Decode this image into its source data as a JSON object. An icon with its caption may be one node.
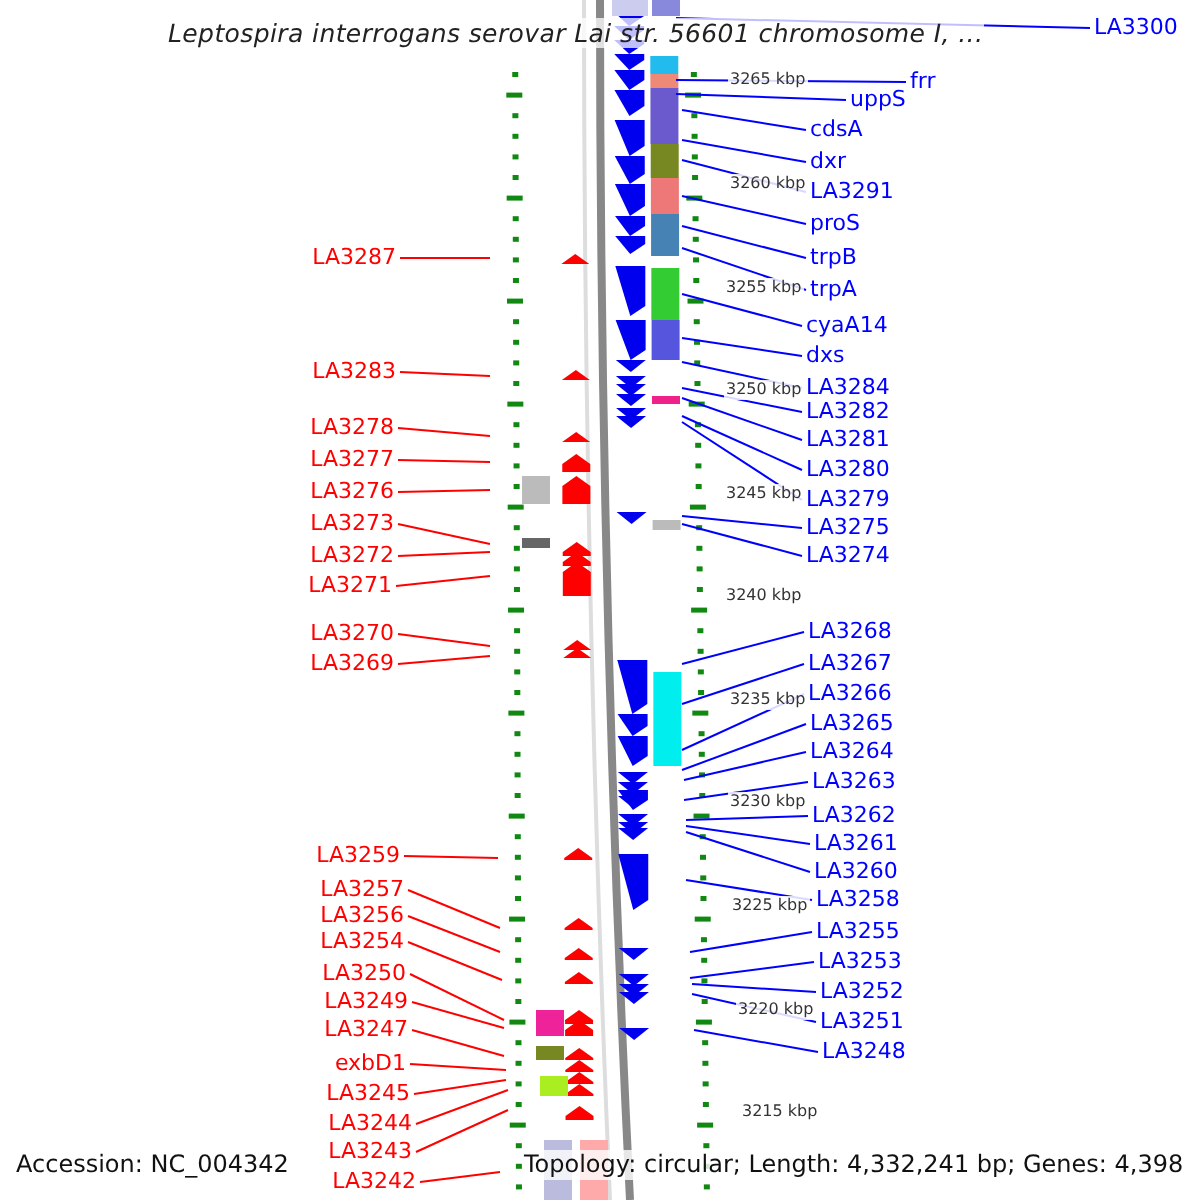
{
  "diagram": {
    "title": "Leptospira interrogans serovar Lai str. 56601 chromosome I, ...",
    "nodes": [
      {
        "text": [
          "LA3287"
        ]
      },
      {
        "text": [
          "LA3283"
        ]
      },
      {
        "text": [
          "LA3278"
        ]
      },
      {
        "text": [
          "LA3277"
        ]
      },
      {
        "text": [
          "LA3276"
        ]
      },
      {
        "text": [
          "LA3273"
        ]
      },
      {
        "text": [
          "LA3272"
        ]
      },
      {
        "text": [
          "LA3271"
        ]
      },
      {
        "text": [
          "LA3270"
        ]
      },
      {
        "text": [
          "LA3269"
        ]
      },
      {
        "text": [
          "LA3259"
        ]
      },
      {
        "text": [
          "LA3257"
        ]
      },
      {
        "text": [
          "LA3256"
        ]
      },
      {
        "text": [
          "LA3254"
        ]
      },
      {
        "text": [
          "LA3250"
        ]
      },
      {
        "text": [
          "LA3249"
        ]
      },
      {
        "text": [
          "LA3247"
        ]
      },
      {
        "text": [
          "exbD1"
        ]
      },
      {
        "text": [
          "LA3245"
        ]
      },
      {
        "text": [
          "LA3244"
        ]
      },
      {
        "text": [
          "LA3243"
        ]
      },
      {
        "text": [
          "LA3242"
        ]
      },
      {
        "text": [
          "LA3300"
        ]
      },
      {
        "text": [
          "frr"
        ]
      },
      {
        "text": [
          "uppS"
        ]
      },
      {
        "text": [
          "cdsA"
        ]
      },
      {
        "text": [
          "dxr"
        ]
      },
      {
        "text": [
          "LA3291"
        ]
      },
      {
        "text": [
          "proS"
        ]
      },
      {
        "text": [
          "trpB"
        ]
      },
      {
        "text": [
          "trpA"
        ]
      },
      {
        "text": [
          "cyaA14"
        ]
      },
      {
        "text": [
          "dxs"
        ]
      },
      {
        "text": [
          "LA3284"
        ]
      },
      {
        "text": [
          "LA3282"
        ]
      },
      {
        "text": [
          "LA3281"
        ]
      },
      {
        "text": [
          "LA3280"
        ]
      },
      {
        "text": [
          "LA3279"
        ]
      },
      {
        "text": [
          "LA3275"
        ]
      },
      {
        "text": [
          "LA3274"
        ]
      },
      {
        "text": [
          "LA3268"
        ]
      },
      {
        "text": [
          "LA3267"
        ]
      },
      {
        "text": [
          "LA3266"
        ]
      },
      {
        "text": [
          "LA3265"
        ]
      },
      {
        "text": [
          "LA3264"
        ]
      },
      {
        "text": [
          "LA3263"
        ]
      },
      {
        "text": [
          "LA3262"
        ]
      },
      {
        "text": [
          "LA3261"
        ]
      },
      {
        "text": [
          "LA3260"
        ]
      },
      {
        "text": [
          "LA3258"
        ]
      },
      {
        "text": [
          "LA3255"
        ]
      },
      {
        "text": [
          "LA3253"
        ]
      },
      {
        "text": [
          "LA3252"
        ]
      },
      {
        "text": [
          "LA3251"
        ]
      },
      {
        "text": [
          "LA3248"
        ]
      }
    ],
    "edges": [
      {
        "from": 0,
        "to": null,
        "arrow": "none",
        "color": "#ff0000"
      },
      {
        "from": 1,
        "to": null,
        "arrow": "none",
        "color": "#ff0000"
      },
      {
        "from": 2,
        "to": null,
        "arrow": "none",
        "color": "#ff0000"
      },
      {
        "from": 3,
        "to": null,
        "arrow": "none",
        "color": "#ff0000"
      },
      {
        "from": 4,
        "to": null,
        "arrow": "none",
        "color": "#ff0000"
      },
      {
        "from": 5,
        "to": null,
        "arrow": "none",
        "color": "#ff0000"
      },
      {
        "from": 6,
        "to": null,
        "arrow": "none",
        "color": "#ff0000"
      },
      {
        "from": 7,
        "to": null,
        "arrow": "none",
        "color": "#ff0000"
      },
      {
        "from": 8,
        "to": null,
        "arrow": "none",
        "color": "#ff0000"
      },
      {
        "from": 9,
        "to": null,
        "arrow": "none",
        "color": "#ff0000"
      },
      {
        "from": 10,
        "to": null,
        "arrow": "none",
        "color": "#ff0000"
      },
      {
        "from": 11,
        "to": null,
        "arrow": "none",
        "color": "#ff0000"
      },
      {
        "from": 12,
        "to": null,
        "arrow": "none",
        "color": "#ff0000"
      },
      {
        "from": 13,
        "to": null,
        "arrow": "none",
        "color": "#ff0000"
      },
      {
        "from": 14,
        "to": null,
        "arrow": "none",
        "color": "#ff0000"
      },
      {
        "from": 15,
        "to": null,
        "arrow": "none",
        "color": "#ff0000"
      },
      {
        "from": 16,
        "to": null,
        "arrow": "none",
        "color": "#ff0000"
      },
      {
        "from": 17,
        "to": null,
        "arrow": "none",
        "color": "#ff0000"
      },
      {
        "from": 18,
        "to": null,
        "arrow": "none",
        "color": "#ff0000"
      },
      {
        "from": 19,
        "to": null,
        "arrow": "none",
        "color": "#ff0000"
      },
      {
        "from": 20,
        "to": null,
        "arrow": "none",
        "color": "#ff0000"
      },
      {
        "from": 21,
        "to": null,
        "arrow": "none",
        "color": "#ff0000"
      },
      {
        "from": 22,
        "to": null,
        "arrow": "none"
      },
      {
        "from": 23,
        "to": null,
        "arrow": "none"
      },
      {
        "from": 24,
        "to": null,
        "arrow": "none"
      },
      {
        "from": 25,
        "to": null,
        "arrow": "none"
      },
      {
        "from": 26,
        "to": null,
        "arrow": "none"
      },
      {
        "from": 27,
        "to": null,
        "arrow": "none"
      },
      {
        "from": 28,
        "to": null,
        "arrow": "none"
      },
      {
        "from": 29,
        "to": null,
        "arrow": "none"
      },
      {
        "from": 30,
        "to": null,
        "arrow": "none"
      },
      {
        "from": 31,
        "to": null,
        "arrow": "none"
      },
      {
        "from": 32,
        "to": null,
        "arrow": "none"
      },
      {
        "from": 33,
        "to": null,
        "arrow": "none"
      },
      {
        "from": 34,
        "to": null,
        "arrow": "none"
      },
      {
        "from": 35,
        "to": null,
        "arrow": "none"
      },
      {
        "from": 36,
        "to": null,
        "arrow": "none"
      },
      {
        "from": 37,
        "to": null,
        "arrow": "none"
      },
      {
        "from": 38,
        "to": null,
        "arrow": "none"
      },
      {
        "from": 39,
        "to": null,
        "arrow": "none"
      },
      {
        "from": 40,
        "to": null,
        "arrow": "none"
      },
      {
        "from": 41,
        "to": null,
        "arrow": "none"
      },
      {
        "from": 42,
        "to": null,
        "arrow": "none"
      },
      {
        "from": 43,
        "to": null,
        "arrow": "none"
      },
      {
        "from": 44,
        "to": null,
        "arrow": "none"
      },
      {
        "from": 45,
        "to": null,
        "arrow": "none"
      },
      {
        "from": 46,
        "to": null,
        "arrow": "none"
      },
      {
        "from": 47,
        "to": null,
        "arrow": "none"
      },
      {
        "from": 48,
        "to": null,
        "arrow": "none"
      },
      {
        "from": 49,
        "to": null,
        "arrow": "none"
      },
      {
        "from": 50,
        "to": null,
        "arrow": "none"
      },
      {
        "from": 51,
        "to": null,
        "arrow": "none"
      },
      {
        "from": 52,
        "to": null,
        "arrow": "none"
      },
      {
        "from": 53,
        "to": null,
        "arrow": "none"
      },
      {
        "from": 54,
        "to": null,
        "arrow": "none"
      }
    ],
    "labels": [
      "3265 kbp",
      "3260 kbp",
      "3255 kbp",
      "3250 kbp",
      "3245 kbp",
      "3240 kbp",
      "3235 kbp",
      "3230 kbp",
      "3225 kbp",
      "3220 kbp",
      "3215 kbp",
      "Accession: NC_004342",
      "Topology: circular; Length: 4,332,241 bp; Genes: 4,398"
    ]
  }
}
